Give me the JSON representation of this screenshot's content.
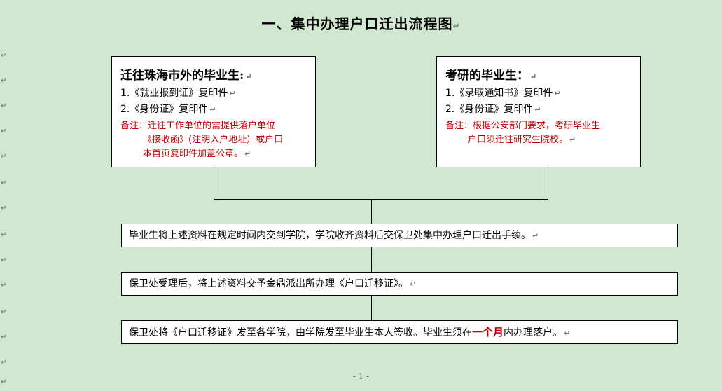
{
  "document": {
    "title": "一、集中办理户口迁出流程图",
    "paragraph_mark": "↵",
    "page_number": "- 1 -"
  },
  "boxes": {
    "left": {
      "heading": "迁往珠海市外的毕业生:",
      "items": [
        "1.《就业报到证》复印件",
        "2.《身份证》复印件"
      ],
      "note_line1": "备注：迁往工作单位的需提供落户单位",
      "note_line2": "《接收函》(注明入户地址）或户口",
      "note_line3": "本首页复印件加盖公章。"
    },
    "right": {
      "heading": "考研的毕业生：",
      "items": [
        "1.《录取通知书》复印件",
        "2.《身份证》复印件"
      ],
      "note_line1": "备注：根据公安部门要求，考研毕业生",
      "note_line2": "户口须迁往研究生院校。"
    }
  },
  "steps": [
    {
      "text": "毕业生将上述资料在规定时间内交到学院，学院收齐资料后交保卫处集中办理户口迁出手续。"
    },
    {
      "text": "保卫处受理后，将上述资料交予金鼎派出所办理《户口迁移证》。"
    },
    {
      "text_before": "保卫处将《户口迁移证》发至各学院，由学院发至毕业生本人签收。毕业生须在",
      "emphasis": "一个月",
      "text_after": "内办理落户。"
    }
  ],
  "colors": {
    "background": "#cfe8cf",
    "note_red": "#c00000",
    "box_bg": "#ffffff"
  }
}
